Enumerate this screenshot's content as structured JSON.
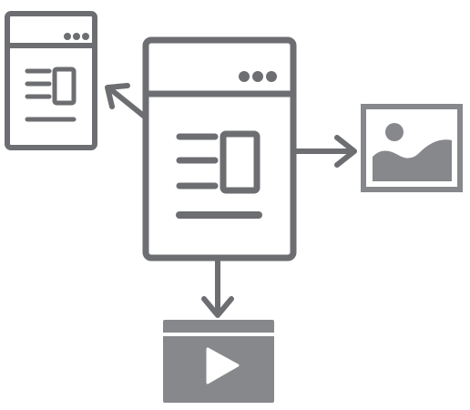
{
  "colors": {
    "ink": "#6d6e71",
    "fill": "#87888b",
    "background": "#ffffff"
  },
  "diagram": {
    "nodes": [
      {
        "id": "main-page",
        "icon": "web-page-icon",
        "role": "central content page"
      },
      {
        "id": "linked-page",
        "icon": "web-page-icon",
        "role": "linked page"
      },
      {
        "id": "image",
        "icon": "image-icon",
        "role": "linked image"
      },
      {
        "id": "video",
        "icon": "video-player-icon",
        "role": "linked video"
      }
    ],
    "edges": [
      {
        "from": "main-page",
        "to": "linked-page",
        "icon": "arrow-icon"
      },
      {
        "from": "main-page",
        "to": "image",
        "icon": "arrow-icon"
      },
      {
        "from": "main-page",
        "to": "video",
        "icon": "arrow-icon"
      }
    ]
  }
}
